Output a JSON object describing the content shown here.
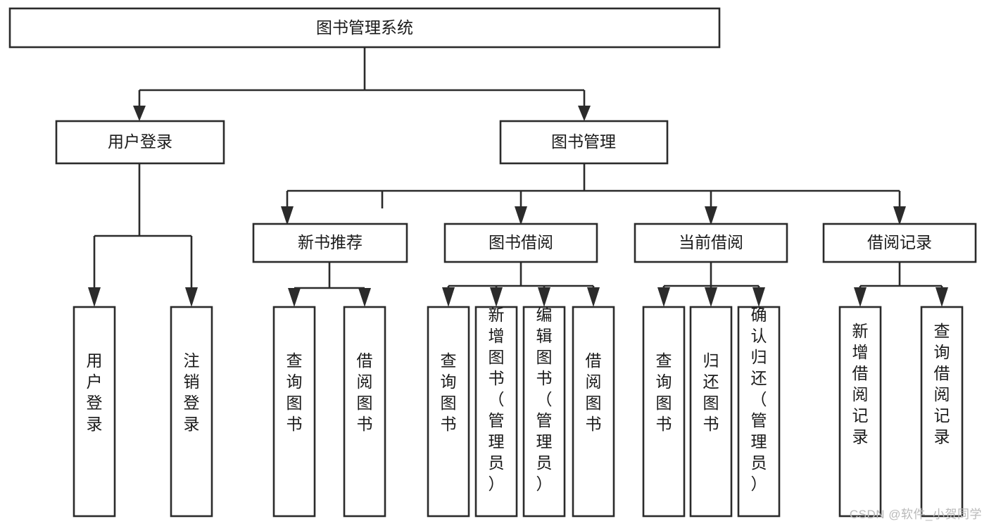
{
  "diagram": {
    "title": "图书管理系统",
    "type": "tree",
    "watermark": "CSDN @软件_小贺同学",
    "colors": {
      "stroke": "#2b2b2b",
      "fill": "#ffffff",
      "text": "#1a1a1a",
      "watermark": "#b9b9b9",
      "background": "#ffffff"
    },
    "root": {
      "label": "图书管理系统"
    },
    "level2": [
      {
        "label": "用户登录"
      },
      {
        "label": "图书管理"
      }
    ],
    "level3": [
      {
        "label": "新书推荐"
      },
      {
        "label": "图书借阅"
      },
      {
        "label": "当前借阅"
      },
      {
        "label": "借阅记录"
      }
    ],
    "leaves": {
      "user_login": [
        {
          "label": "用户登录"
        },
        {
          "label": "注销登录"
        }
      ],
      "new_book": [
        {
          "label": "查询图书"
        },
        {
          "label": "借阅图书"
        }
      ],
      "book_borrow": [
        {
          "label": "查询图书"
        },
        {
          "label": "新增图书（管理员）"
        },
        {
          "label": "编辑图书（管理员）"
        },
        {
          "label": "借阅图书"
        }
      ],
      "current_borrow": [
        {
          "label": "查询图书"
        },
        {
          "label": "归还图书"
        },
        {
          "label": "确认归还（管理员）"
        }
      ],
      "borrow_record": [
        {
          "label": "新增借阅记录"
        },
        {
          "label": "查询借阅记录"
        }
      ]
    }
  }
}
